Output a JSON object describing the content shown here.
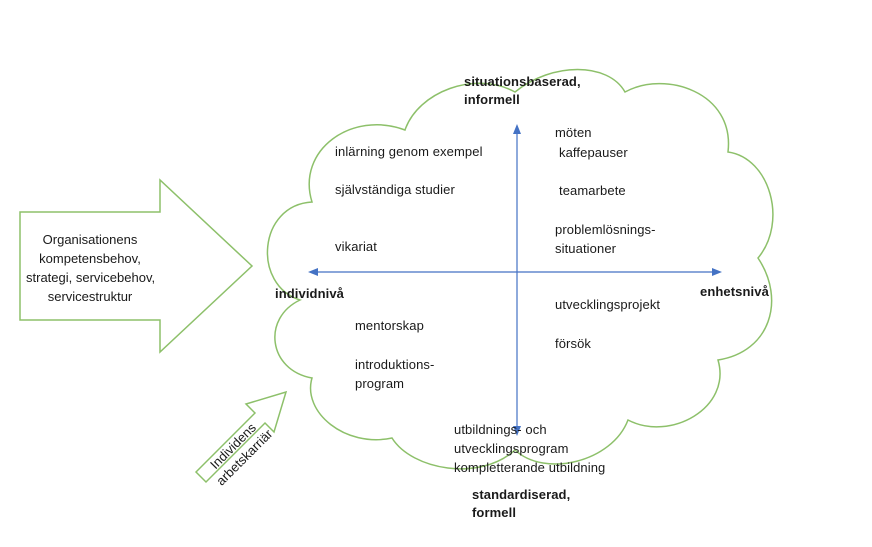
{
  "axes": {
    "top": [
      "situationsbaserad,",
      "informell"
    ],
    "bottom": [
      "standardiserad,",
      "formell"
    ],
    "left": "individnivå",
    "right": "enhetsnivå"
  },
  "input_arrow": {
    "lines": [
      "Organisationens",
      "kompetensbehov,",
      "strategi, servicebehov,",
      "servicestruktur"
    ]
  },
  "career_arrow": {
    "lines": [
      "Individens",
      "arbetskarriär"
    ]
  },
  "quadrants": {
    "top_left": [
      "inlärning genom exempel",
      "självständiga studier",
      "vikariat"
    ],
    "top_right": [
      "möten",
      "kaffepauser",
      "teamarbete",
      "problemlösnings-",
      "situationer"
    ],
    "bottom_left": [
      "mentorskap",
      "introduktions-",
      "program"
    ],
    "bottom_right": [
      "utvecklingsprojekt",
      "försök"
    ],
    "bottom_center": [
      "utbildnings- och",
      "utvecklingsprogram",
      "kompletterande utbildning"
    ]
  },
  "colors": {
    "outline": "#8dc06a",
    "axis": "#4472c4",
    "text": "#1a1a1a"
  }
}
